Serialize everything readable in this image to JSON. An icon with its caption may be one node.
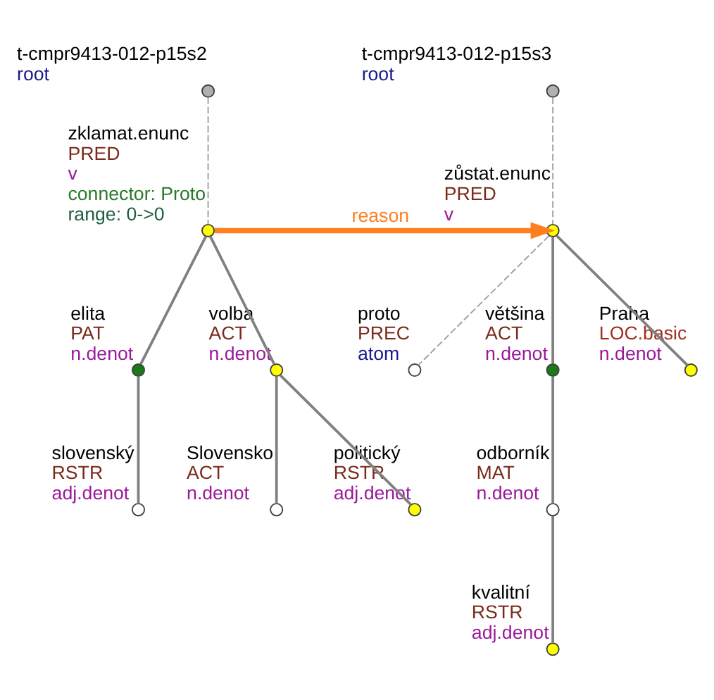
{
  "diagram": {
    "nodes": [
      {
        "text": [],
        "shape": "circle",
        "beside": [
          "t-cmpr9413-012-p15s2",
          "root"
        ]
      },
      {
        "text": [],
        "shape": "circle",
        "beside": [
          "zklamat.enunc",
          "PRED",
          "v",
          "connector: Proto",
          "range: 0->0"
        ]
      },
      {
        "text": [],
        "shape": "circle",
        "beside": [
          "elita",
          "PAT",
          "n.denot"
        ]
      },
      {
        "text": [],
        "shape": "circle",
        "beside": [
          "volba",
          "ACT",
          "n.denot"
        ]
      },
      {
        "text": [],
        "shape": "circle",
        "beside": [
          "slovenský",
          "RSTR",
          "adj.denot"
        ]
      },
      {
        "text": [],
        "shape": "circle",
        "beside": [
          "Slovensko",
          "ACT",
          "n.denot"
        ]
      },
      {
        "text": [],
        "shape": "circle",
        "beside": [
          "politický",
          "RSTR",
          "adj.denot"
        ]
      },
      {
        "text": [],
        "shape": "circle",
        "beside": [
          "t-cmpr9413-012-p15s3",
          "root"
        ]
      },
      {
        "text": [],
        "shape": "circle",
        "beside": [
          "zůstat.enunc",
          "PRED",
          "v"
        ]
      },
      {
        "text": [],
        "shape": "circle",
        "beside": [
          "proto",
          "PREC",
          "atom"
        ]
      },
      {
        "text": [],
        "shape": "circle",
        "beside": [
          "většina",
          "ACT",
          "n.denot"
        ]
      },
      {
        "text": [],
        "shape": "circle",
        "beside": [
          "Praha",
          "LOC.basic",
          "n.denot"
        ]
      },
      {
        "text": [],
        "shape": "circle",
        "beside": [
          "odborník",
          "MAT",
          "n.denot"
        ]
      },
      {
        "text": [],
        "shape": "circle",
        "beside": [
          "kvalitní",
          "RSTR",
          "adj.denot"
        ]
      }
    ],
    "edges": [
      {
        "from": 0,
        "to": 1,
        "arrow": "none",
        "style": "dashed"
      },
      {
        "from": 1,
        "to": 2,
        "arrow": "none"
      },
      {
        "from": 1,
        "to": 3,
        "arrow": "none"
      },
      {
        "from": 2,
        "to": 4,
        "arrow": "none"
      },
      {
        "from": 3,
        "to": 5,
        "arrow": "none"
      },
      {
        "from": 3,
        "to": 6,
        "arrow": "none"
      },
      {
        "from": 7,
        "to": 8,
        "arrow": "none",
        "style": "dashed"
      },
      {
        "from": 8,
        "to": 9,
        "arrow": "none",
        "style": "dashed"
      },
      {
        "from": 8,
        "to": 10,
        "arrow": "none"
      },
      {
        "from": 8,
        "to": 11,
        "arrow": "none"
      },
      {
        "from": 10,
        "to": 12,
        "arrow": "none"
      },
      {
        "from": 12,
        "to": 13,
        "arrow": "none"
      },
      {
        "from": 1,
        "to": 8,
        "arrow": "to",
        "label": "reason",
        "style": "thick",
        "color": "#ff7f1e"
      }
    ]
  }
}
